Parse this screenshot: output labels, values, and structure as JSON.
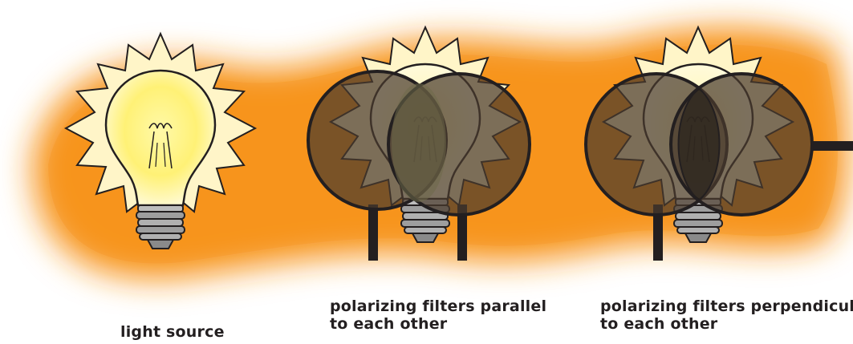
{
  "captions": {
    "light_source": "light source",
    "parallel_line1": "polarizing filters parallel",
    "parallel_line2": "to each other",
    "perpendicular_line1": "polarizing filters perpendicular",
    "perpendicular_line2": "to each other"
  },
  "panels": [
    {
      "id": "light-source",
      "filters": 0,
      "transmitted_light": "full"
    },
    {
      "id": "parallel-filters",
      "filters": 2,
      "filter_orientation": "parallel",
      "transmitted_light": "partial"
    },
    {
      "id": "perpendicular-filters",
      "filters": 2,
      "filter_orientation": "perpendicular",
      "transmitted_light": "blocked"
    }
  ],
  "colors": {
    "glow_orange": "#f7941d",
    "glow_light": "#fbd0a0",
    "burst_fill": "#fff5c8",
    "bulb_glow": "#fff176",
    "bulb_glass": "#fffbe0",
    "filter_tint": "#5a4a3a",
    "filter_overlap": "#2e2a26",
    "outline": "#231f20",
    "base_metal": "#9e9e9e"
  }
}
